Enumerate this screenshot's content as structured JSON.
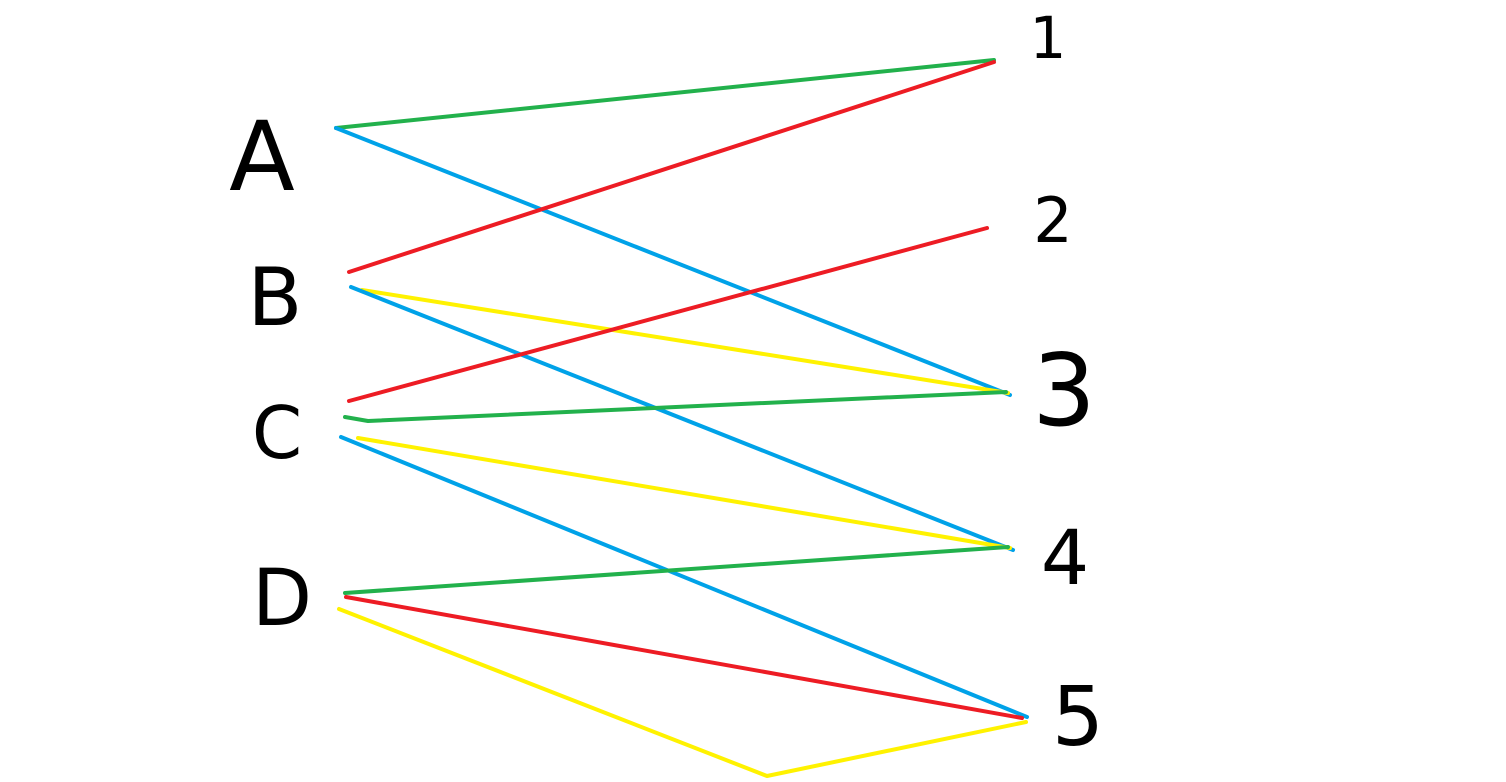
{
  "left_nodes": [
    {
      "id": "A",
      "label": "A"
    },
    {
      "id": "B",
      "label": "B"
    },
    {
      "id": "C",
      "label": "C"
    },
    {
      "id": "D",
      "label": "D"
    }
  ],
  "right_nodes": [
    {
      "id": "1",
      "label": "1"
    },
    {
      "id": "2",
      "label": "2"
    },
    {
      "id": "3",
      "label": "3"
    },
    {
      "id": "4",
      "label": "4"
    },
    {
      "id": "5",
      "label": "5"
    }
  ],
  "colors": {
    "green": "#22b14c",
    "red": "#ed1c24",
    "blue": "#00a2e8",
    "yellow": "#fff200"
  },
  "edges": [
    {
      "from": "A",
      "to": "1",
      "color": "green"
    },
    {
      "from": "A",
      "to": "3",
      "color": "blue"
    },
    {
      "from": "B",
      "to": "1",
      "color": "red"
    },
    {
      "from": "B",
      "to": "3",
      "color": "yellow"
    },
    {
      "from": "B",
      "to": "4",
      "color": "blue"
    },
    {
      "from": "C",
      "to": "2",
      "color": "red"
    },
    {
      "from": "C",
      "to": "3",
      "color": "green"
    },
    {
      "from": "C",
      "to": "4",
      "color": "yellow"
    },
    {
      "from": "C",
      "to": "5",
      "color": "blue"
    },
    {
      "from": "D",
      "to": "4",
      "color": "green"
    },
    {
      "from": "D",
      "to": "5",
      "color": "red"
    },
    {
      "from": "D",
      "to": "5",
      "color": "yellow",
      "via_bottom": true
    }
  ]
}
